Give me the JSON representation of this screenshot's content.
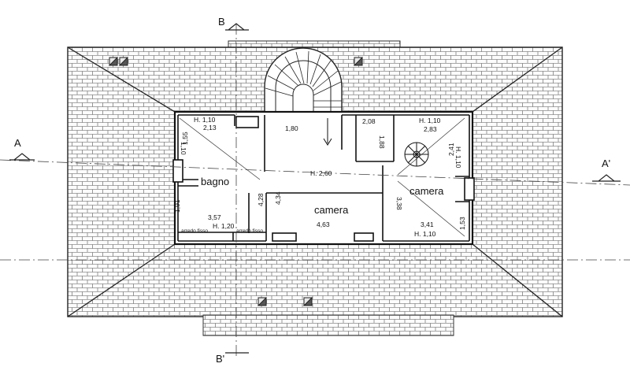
{
  "sections": {
    "a_left": "A",
    "a_right": "A'",
    "b_top": "B",
    "b_bottom": "B'"
  },
  "rooms": {
    "bagno": "bagno",
    "camera_center": "camera",
    "camera_right": "camera"
  },
  "labels": {
    "h_110_topleft": "H. 1,10",
    "dim_213": "2,13",
    "dim_110_vert_left": "1,10",
    "dim_155": "1,55",
    "dim_180": "1,80",
    "dim_208": "2,08",
    "dim_188": "1,88",
    "h_110_topright": "H. 1,10",
    "dim_283": "2,83",
    "dim_241": "2,41",
    "dim_110_vert_right": "H. 1,10",
    "h_260": "H. 2,60",
    "dim_428": "4,28",
    "dim_434": "4,34",
    "dim_191": "1,91",
    "dim_357": "3,57",
    "h_120": "H. 1,20",
    "arredo_fisso_1": "arredo fisso",
    "arredo_fisso_2": "arredo fisso",
    "dim_463": "4,63",
    "dim_338": "3,38",
    "dim_341": "3,41",
    "h_110_bottomright": "H. 1,10",
    "dim_153": "1,53"
  }
}
